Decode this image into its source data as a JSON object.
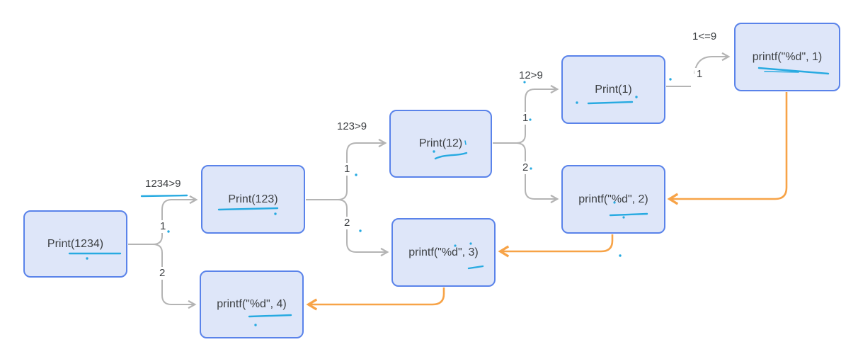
{
  "diagram": {
    "nodes": [
      {
        "id": "print-1234",
        "label": "Print(1234)"
      },
      {
        "id": "print-123",
        "label": "Print(123)"
      },
      {
        "id": "print-12",
        "label": "Print(12)"
      },
      {
        "id": "print-1",
        "label": "Print(1)"
      },
      {
        "id": "printf-1",
        "label": "printf(\"%d\", 1)"
      },
      {
        "id": "printf-2",
        "label": "printf(\"%d\", 2)"
      },
      {
        "id": "printf-3",
        "label": "printf(\"%d\", 3)"
      },
      {
        "id": "printf-4",
        "label": "printf(\"%d\", 4)"
      }
    ],
    "edge_labels": {
      "cond_1234": "1234>9",
      "branch_1234_call": "1",
      "branch_1234_print": "2",
      "cond_123": "123>9",
      "branch_123_call": "1",
      "branch_123_print": "2",
      "cond_12": "12>9",
      "branch_12_call": "1",
      "branch_12_print": "2",
      "cond_1": "1<=9",
      "branch_1_print": "1"
    },
    "colors": {
      "node_fill": "#dee6f9",
      "node_border": "#5a83ea",
      "edge_gray": "#b4b4b4",
      "return_orange": "#f7a347",
      "annotation_cyan": "#27aae1",
      "text": "#3d4043"
    }
  }
}
